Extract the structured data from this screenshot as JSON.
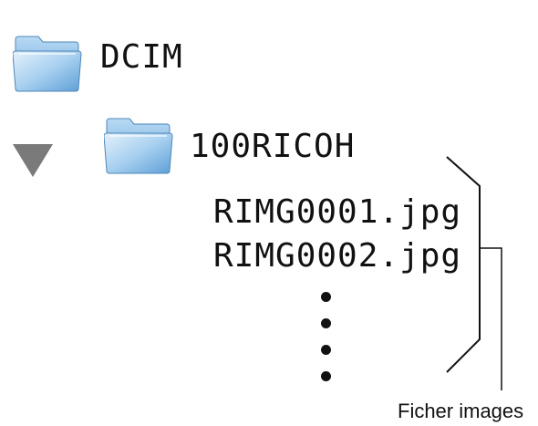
{
  "tree": {
    "root": {
      "name": "DCIM",
      "icon": "folder-icon"
    },
    "child": {
      "name": "100RICOH",
      "icon": "folder-icon",
      "expander_icon": "triangle-down-icon"
    },
    "files": [
      "RIMG0001.jpg",
      "RIMG0002.jpg"
    ],
    "continuation_icon": "vertical-ellipsis"
  },
  "annotation": {
    "label": "Ficher images"
  },
  "colors": {
    "folder_light": "#cfe6f7",
    "folder_mid": "#8cc1ea",
    "folder_dark": "#4f93cc",
    "expander": "#7a7a7a",
    "ink": "#111111"
  }
}
